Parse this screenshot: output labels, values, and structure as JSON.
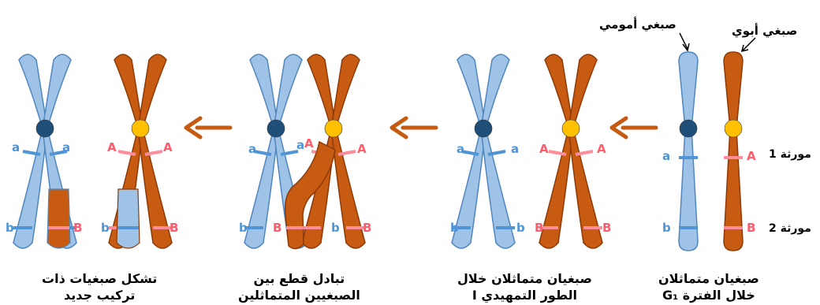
{
  "colors": {
    "maternal": "#9fc3e7",
    "maternal_stroke": "#4f86bf",
    "paternal": "#c75b12",
    "paternal_stroke": "#8f3a06",
    "centromere_blue": "#1f4e79",
    "centromere_yellow": "#ffc000",
    "band_blue": "#4f95d6",
    "band_pink": "#ff8c99",
    "label_blue": "#4f95d6",
    "label_red": "#ff5c6c",
    "arrow": "#c55a11"
  },
  "labels": {
    "maternal_chromosome": "صبغي أمومي",
    "paternal_chromosome": "صبغي أبوي",
    "gene1": "مورثة 1",
    "gene2": "مورثة 2"
  },
  "stages": [
    {
      "caption_line1": "صبغيان متماثلان",
      "caption_line2": "خلال الفترة G₁"
    },
    {
      "caption_line1": "صبغيان متماثلان خلال",
      "caption_line2": "الطور التمهيدي I"
    },
    {
      "caption_line1": "تبادل قطع بين",
      "caption_line2": "الصبغيين المتماثلين"
    },
    {
      "caption_line1": "تشكل صبغيات ذات",
      "caption_line2": "تركيب جديد"
    }
  ],
  "alleles": {
    "a": "a",
    "A": "A",
    "b": "b",
    "B": "B"
  }
}
